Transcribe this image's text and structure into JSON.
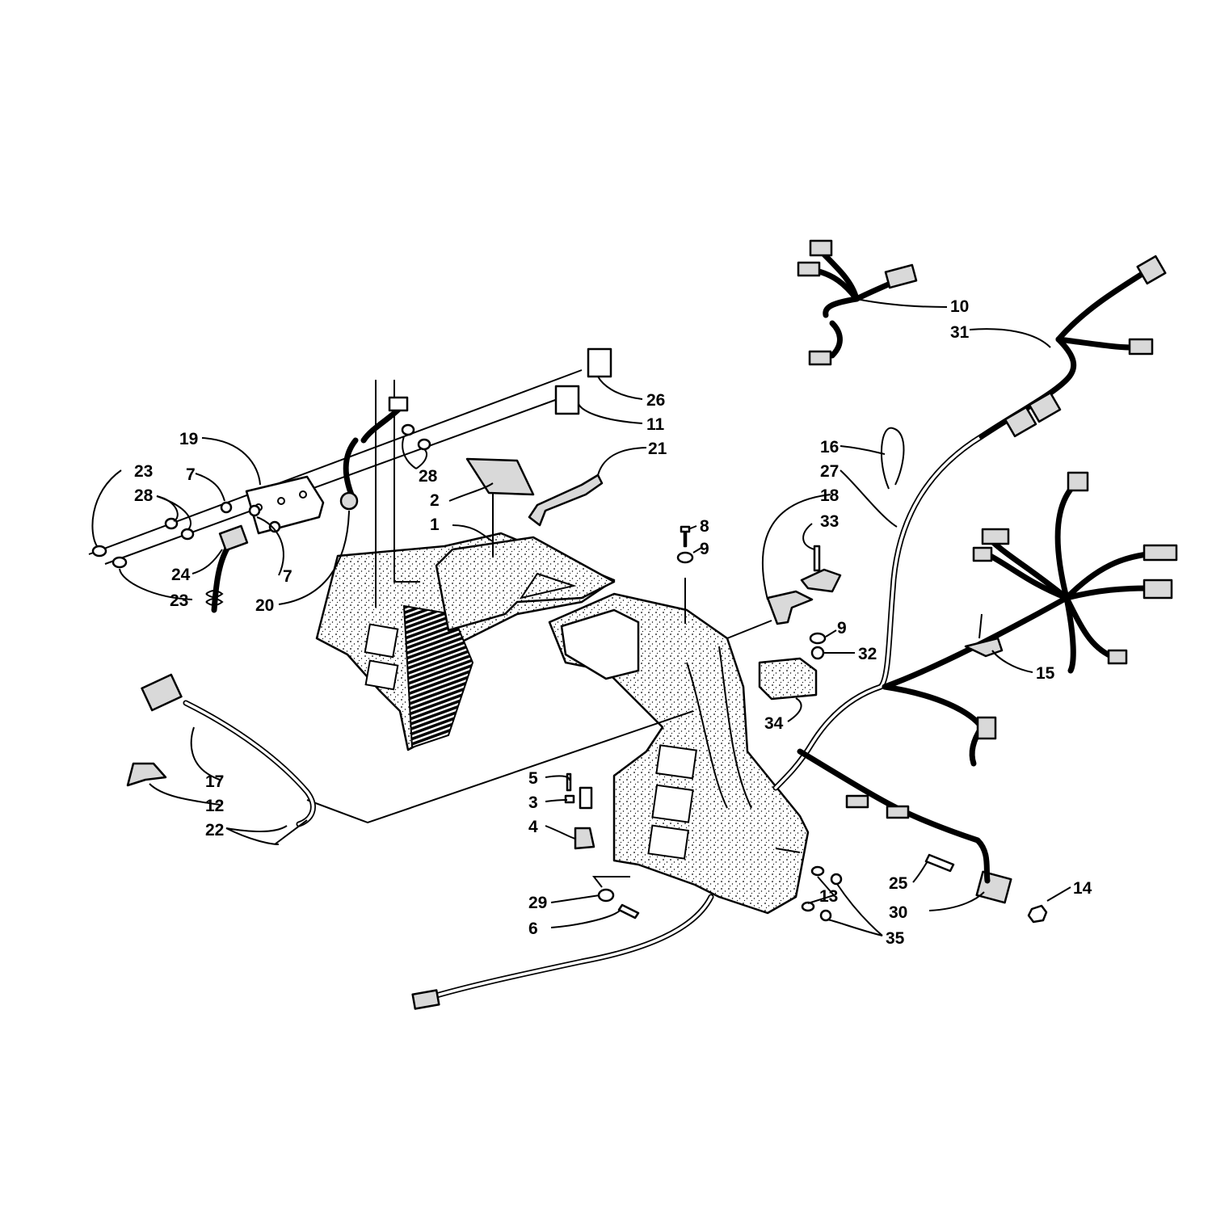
{
  "callouts": [
    {
      "id": "c1",
      "text": "1"
    },
    {
      "id": "c2",
      "text": "2"
    },
    {
      "id": "c3",
      "text": "3"
    },
    {
      "id": "c4",
      "text": "4"
    },
    {
      "id": "c5",
      "text": "5"
    },
    {
      "id": "c6",
      "text": "6"
    },
    {
      "id": "c7a",
      "text": "7"
    },
    {
      "id": "c7b",
      "text": "7"
    },
    {
      "id": "c8",
      "text": "8"
    },
    {
      "id": "c9a",
      "text": "9"
    },
    {
      "id": "c9b",
      "text": "9"
    },
    {
      "id": "c10",
      "text": "10"
    },
    {
      "id": "c11",
      "text": "11"
    },
    {
      "id": "c12",
      "text": "12"
    },
    {
      "id": "c13",
      "text": "13"
    },
    {
      "id": "c14",
      "text": "14"
    },
    {
      "id": "c15",
      "text": "15"
    },
    {
      "id": "c16",
      "text": "16"
    },
    {
      "id": "c17",
      "text": "17"
    },
    {
      "id": "c18",
      "text": "18"
    },
    {
      "id": "c19",
      "text": "19"
    },
    {
      "id": "c20",
      "text": "20"
    },
    {
      "id": "c21",
      "text": "21"
    },
    {
      "id": "c22",
      "text": "22"
    },
    {
      "id": "c23a",
      "text": "23"
    },
    {
      "id": "c23b",
      "text": "23"
    },
    {
      "id": "c24",
      "text": "24"
    },
    {
      "id": "c25",
      "text": "25"
    },
    {
      "id": "c26",
      "text": "26"
    },
    {
      "id": "c27",
      "text": "27"
    },
    {
      "id": "c28a",
      "text": "28"
    },
    {
      "id": "c28b",
      "text": "28"
    },
    {
      "id": "c29",
      "text": "29"
    },
    {
      "id": "c30",
      "text": "30"
    },
    {
      "id": "c31",
      "text": "31"
    },
    {
      "id": "c32",
      "text": "32"
    },
    {
      "id": "c33",
      "text": "33"
    },
    {
      "id": "c34",
      "text": "34"
    },
    {
      "id": "c35",
      "text": "35"
    }
  ]
}
